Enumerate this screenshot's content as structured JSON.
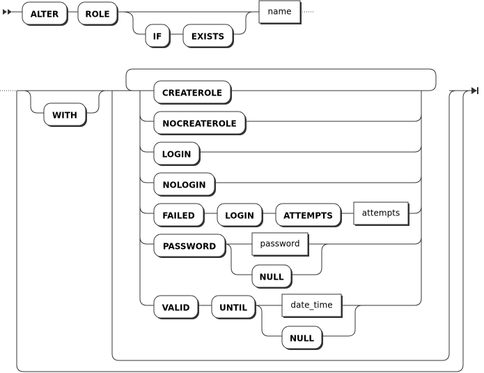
{
  "diagram": {
    "keywords": {
      "alter": "ALTER",
      "role": "ROLE",
      "if": "IF",
      "exists": "EXISTS",
      "with": "WITH",
      "createrole": "CREATEROLE",
      "nocreaterole": "NOCREATEROLE",
      "login": "LOGIN",
      "nologin": "NOLOGIN",
      "failed": "FAILED",
      "failed_login": "LOGIN",
      "attempts": "ATTEMPTS",
      "password": "PASSWORD",
      "password_null": "NULL",
      "valid": "VALID",
      "until": "UNTIL",
      "date_null": "NULL"
    },
    "identifiers": {
      "name": "name",
      "attempts": "attempts",
      "password": "password",
      "date_time": "date_time"
    }
  }
}
